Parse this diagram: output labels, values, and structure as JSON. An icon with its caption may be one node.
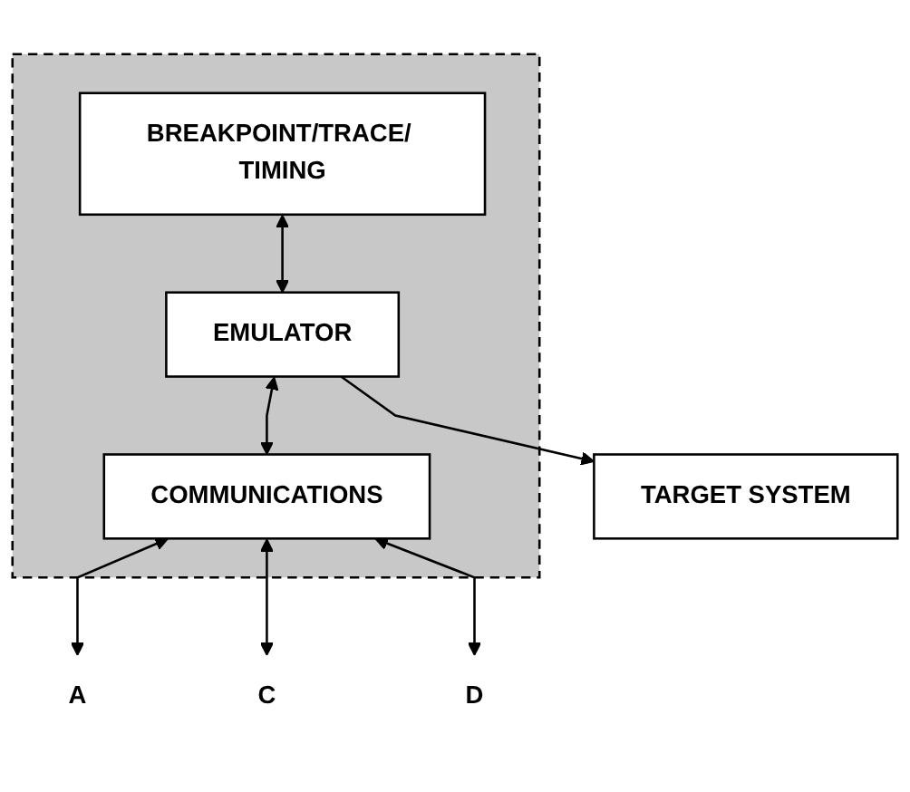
{
  "diagram": {
    "nodes": [
      {
        "text": [],
        "shape": "box"
      },
      {
        "text": [
          "BREAKPOINT/TRACE/ TIMING"
        ],
        "in": 0
      },
      {
        "text": [
          "EMULATOR"
        ],
        "in": 0
      },
      {
        "text": [
          "COMMUNICATIONS"
        ],
        "in": 0
      },
      {
        "text": [
          "TARGET SYSTEM"
        ]
      },
      {
        "text": [
          "A"
        ]
      },
      {
        "text": [
          "C"
        ]
      },
      {
        "text": [
          "D"
        ]
      }
    ],
    "edges": [
      {
        "from": 1,
        "to": 2,
        "arrow": "both"
      },
      {
        "from": 2,
        "to": 3,
        "arrow": "both"
      },
      {
        "from": 2,
        "to": 4,
        "arrow": "to"
      },
      {
        "from": 3,
        "to": 5,
        "arrow": "both"
      },
      {
        "from": 3,
        "to": 6,
        "arrow": "both"
      },
      {
        "from": 3,
        "to": 7,
        "arrow": "both"
      }
    ]
  }
}
